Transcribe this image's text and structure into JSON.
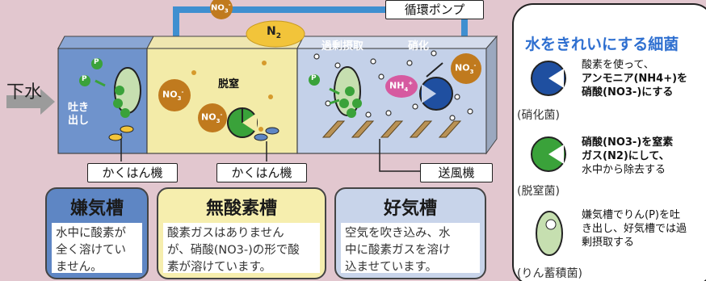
{
  "inflow_label": "下水",
  "pump_label": "循環ポンプ",
  "tank_labels": {
    "discharge": "吐き\n出し",
    "denitrification": "脱窒",
    "excess_uptake": "過剰摂取",
    "nitrification": "硝化"
  },
  "chemicals": {
    "no3": "NO",
    "no3_sup": "3",
    "no3_charge": "-",
    "n2": "N",
    "n2_sub": "2",
    "nh4": "NH",
    "nh4_sub": "4",
    "nh4_charge": "+",
    "p": "P"
  },
  "equipment": {
    "mixer1": "かくはん機",
    "mixer2": "かくはん機",
    "blower": "送風機"
  },
  "tanks": [
    {
      "title": "嫌気槽",
      "description": "水中に酸素が全く溶けていません。",
      "bg": "#5e86c4",
      "desc_lines": [
        "水中に酸素が",
        "全く溶けてい",
        "ません。"
      ]
    },
    {
      "title": "無酸素槽",
      "description": "酸素ガスはありませんが、硝酸(NO3-)の形で酸素が溶けています。",
      "bg": "#f6eeae",
      "desc_lines": [
        "酸素ガスはありません",
        "が、硝酸(NO3-)の形で酸",
        "素が溶けています。"
      ]
    },
    {
      "title": "好気槽",
      "description": "空気を吹き込み、水中に酸素ガスを溶け込ませています。",
      "bg": "#c8d4ea",
      "desc_lines": [
        "空気を吹き込み、水",
        "中に酸素ガスを溶け",
        "込ませています。"
      ]
    }
  ],
  "legend": {
    "title": "水をきれいにする細菌",
    "items": [
      {
        "name": "(硝化菌)",
        "lines": [
          "酸素を使って、",
          "アンモニア(NH4+)を",
          "硝酸(NO3-)にする"
        ]
      },
      {
        "name": "(脱窒菌)",
        "lines": [
          "硝酸(NO3-)を窒素",
          "ガス(N2)にして、",
          "水中から除去する"
        ]
      },
      {
        "name": "(りん蓄積菌)",
        "lines": [
          "嫌気槽でりん(P)を吐",
          "き出し、好気槽では過",
          "剰摂取する"
        ]
      }
    ]
  },
  "colors": {
    "anaerobic": "#5e86c4",
    "anoxic": "#f6eeae",
    "aerobic": "#c8d4ea",
    "nitrifier": "#1f4fa0",
    "denitrifier": "#3aa23a",
    "pao": "#c6dfb0",
    "no3": "#c07a1e",
    "nh4": "#d65aa0",
    "pump_pipe": "#3f8fd0"
  }
}
